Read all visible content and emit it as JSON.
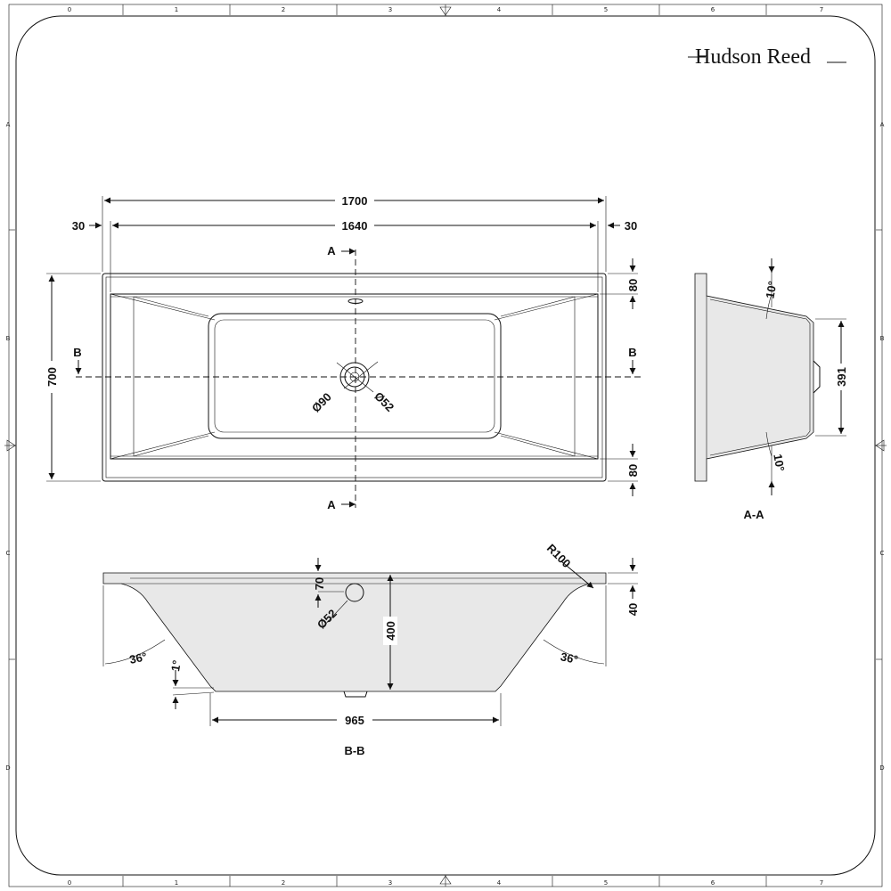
{
  "brand": "Hudson Reed",
  "grid": {
    "columns": [
      "0",
      "1",
      "2",
      "3",
      "4",
      "5",
      "6",
      "7"
    ],
    "rows": [
      "A",
      "B",
      "C",
      "D"
    ]
  },
  "plan": {
    "overall_length": "1700",
    "inner_length": "1640",
    "rim_left": "30",
    "rim_right": "30",
    "width": "700",
    "rim_top": "80",
    "rim_bottom": "80",
    "waste_outer": "Ø90",
    "waste_inner": "Ø52",
    "section_a": "A",
    "section_b": "B"
  },
  "section_aa": {
    "title": "A-A",
    "depth": "391",
    "angle_top": "10°",
    "angle_bottom": "10°"
  },
  "section_bb": {
    "title": "B-B",
    "radius": "R100",
    "overflow_offset": "70",
    "overflow_dia": "Ø52",
    "depth": "400",
    "rim": "40",
    "angle_left": "36°",
    "angle_right": "36°",
    "base_slope": "1°",
    "base_length": "965"
  }
}
